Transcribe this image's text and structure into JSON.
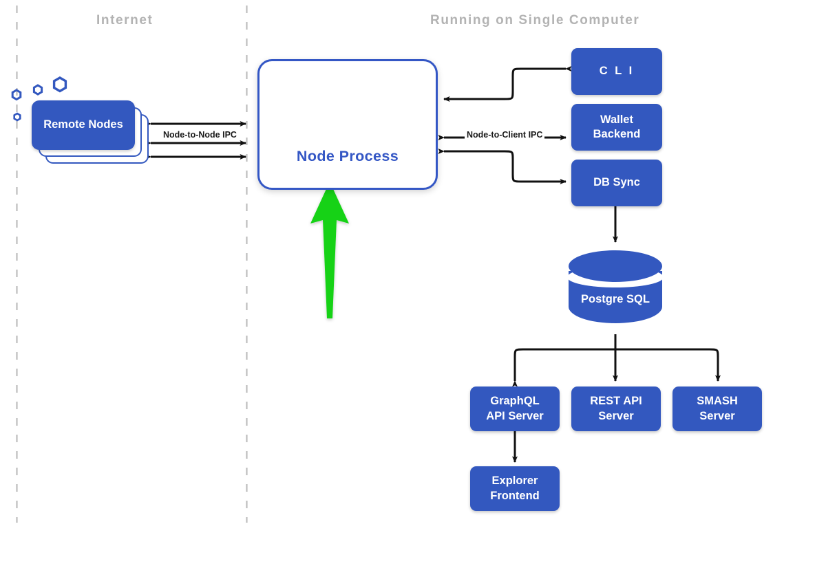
{
  "zones": {
    "internet": "Internet",
    "single_computer": "Running on Single Computer"
  },
  "nodes": {
    "remote_nodes": {
      "line1": "Remote",
      "line2": "Nodes"
    },
    "node_process": {
      "label": "Node Process",
      "logo": "cardano-logo"
    },
    "cli": "C L I",
    "wallet_backend": {
      "line1": "Wallet",
      "line2": "Backend"
    },
    "db_sync": "DB Sync",
    "postgres": "Postgre SQL",
    "graphql": {
      "line1": "GraphQL",
      "line2": "API Server"
    },
    "rest_api": {
      "line1": "REST API",
      "line2": "Server"
    },
    "smash": {
      "line1": "SMASH",
      "line2": "Server"
    },
    "explorer": {
      "line1": "Explorer",
      "line2": "Frontend"
    }
  },
  "connections": {
    "node_to_node_ipc": "Node-to-Node IPC",
    "node_to_client_ipc": "Node-to-Client IPC"
  },
  "colors": {
    "brand_blue": "#3358bf",
    "node_border_blue": "#3457c5",
    "highlight_green": "#19d219",
    "zone_gray": "#b3b3b3",
    "arrow_black": "#111111"
  },
  "highlight": {
    "name": "green-up-arrow",
    "points_to": "Node Process"
  }
}
